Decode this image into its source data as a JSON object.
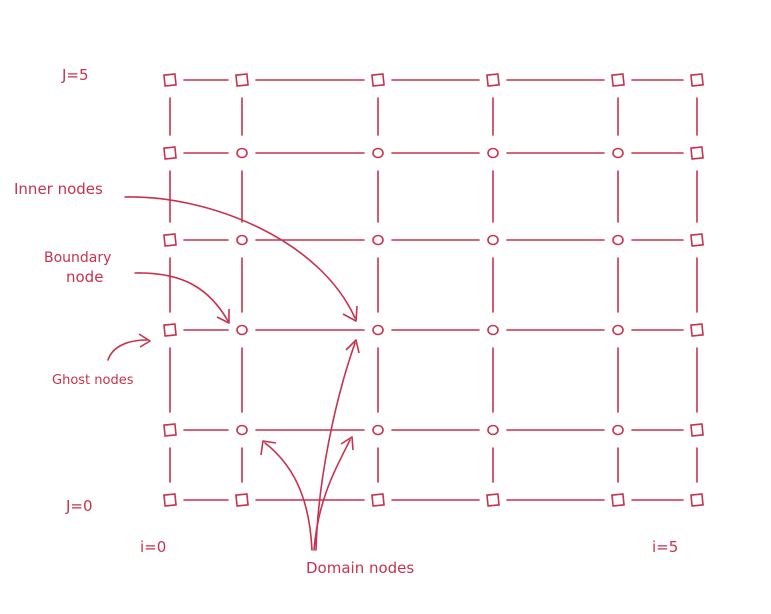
{
  "colors": {
    "ink": "#c8324e",
    "paper": "#ffffff"
  },
  "labels": {
    "j_top": "J=5",
    "j_bottom": "J=0",
    "i_left": "i=0",
    "i_right": "i=5",
    "inner_nodes": "Inner nodes",
    "boundary_node_line1": "Boundary",
    "boundary_node_line2": "node",
    "ghost_nodes": "Ghost nodes",
    "domain_nodes": "Domain nodes"
  },
  "grid": {
    "rows": [
      [
        "square",
        "square",
        "square",
        "square",
        "square",
        "square"
      ],
      [
        "square",
        "circle",
        "circle",
        "circle",
        "circle",
        "square"
      ],
      [
        "square",
        "circle",
        "circle",
        "circle",
        "circle",
        "square"
      ],
      [
        "square",
        "circle",
        "circle",
        "circle",
        "circle",
        "square"
      ],
      [
        "square",
        "circle",
        "circle",
        "circle",
        "circle",
        "square"
      ],
      [
        "square",
        "square",
        "square",
        "square",
        "square",
        "square"
      ]
    ]
  }
}
